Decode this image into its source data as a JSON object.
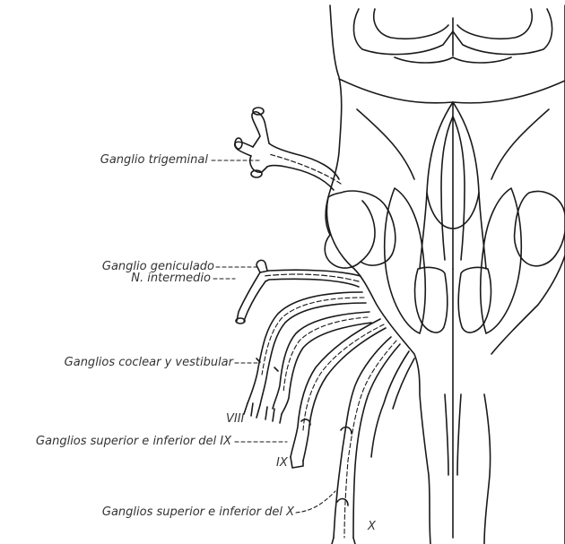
{
  "labels": {
    "trigeminal": "Ganglio trigeminal",
    "geniculate": "Ganglio geniculado",
    "intermediate": "N. intermedio",
    "cochlear_vestibular": "Ganglios coclear y vestibular",
    "viii": "VIII",
    "glossopharyngeal_ganglia": "Ganglios superior e inferior del IX",
    "ix": "IX",
    "vagus_ganglia": "Ganglios superior e inferior del X",
    "x": "X"
  },
  "colors": {
    "line": "#1a1a1a",
    "text": "#333333",
    "background": "#ffffff"
  }
}
